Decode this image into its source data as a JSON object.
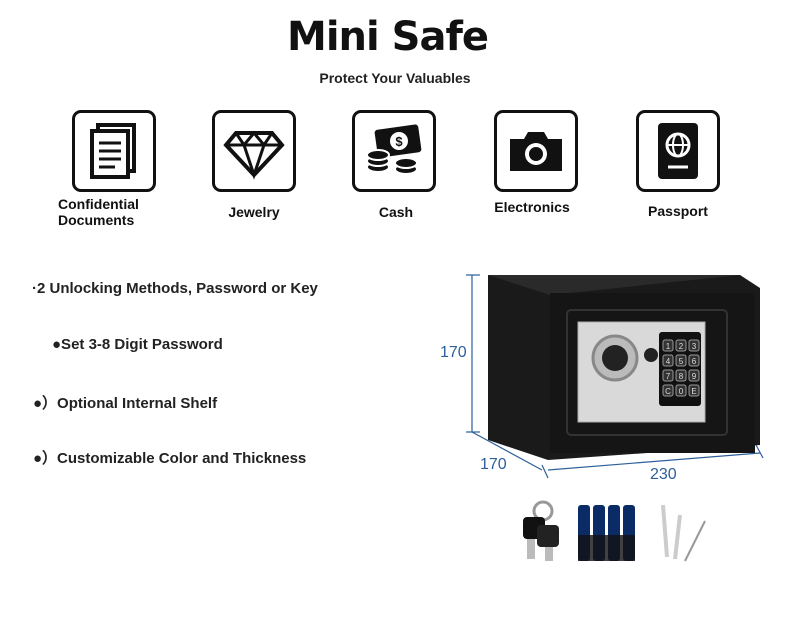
{
  "title": "Mini Safe",
  "subtitle": "Protect Your Valuables",
  "categories": [
    {
      "label": "Confidential Documents",
      "icon": "documents-icon"
    },
    {
      "label": "Jewelry",
      "icon": "diamond-icon"
    },
    {
      "label": "Cash",
      "icon": "cash-icon"
    },
    {
      "label": "Electronics",
      "icon": "camera-icon"
    },
    {
      "label": "Passport",
      "icon": "passport-icon"
    }
  ],
  "features": [
    "·2 Unlocking Methods, Password or Key",
    "●Set 3-8 Digit Password",
    "●）Optional Internal Shelf",
    "●）Customizable Color and Thickness"
  ],
  "dimensions": {
    "height": "170",
    "depth": "170",
    "width": "230"
  },
  "keypad": [
    "1",
    "2",
    "3",
    "4",
    "5",
    "6",
    "7",
    "8",
    "9",
    "C",
    "0",
    "E"
  ],
  "colors": {
    "dimension": "#2d5f99",
    "safe": "#1a1a1a"
  }
}
